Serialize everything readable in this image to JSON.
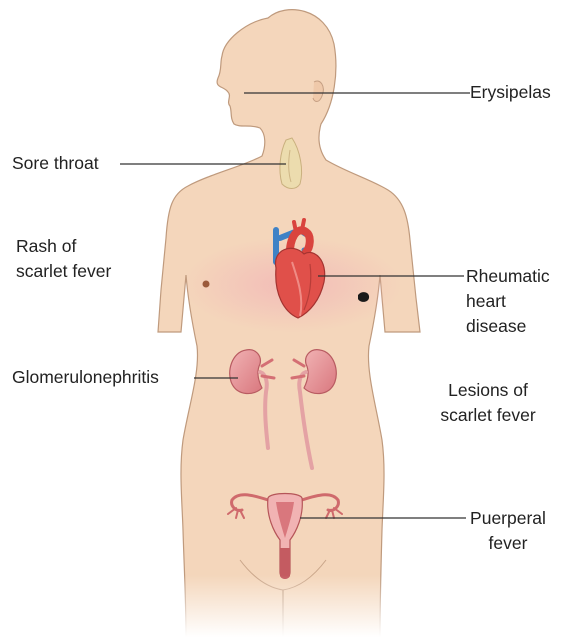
{
  "labels": {
    "erysipelas": "Erysipelas",
    "sore_throat": "Sore throat",
    "rash_line1": "Rash of",
    "rash_line2": "scarlet fever",
    "rheumatic_line1": "Rheumatic",
    "rheumatic_line2": "heart",
    "rheumatic_line3": "disease",
    "glomerulonephritis": "Glomerulonephritis",
    "lesions_line1": "Lesions of",
    "lesions_line2": "scarlet fever",
    "puerperal_line1": "Puerperal",
    "puerperal_line2": "fever"
  },
  "colors": {
    "skin": "#f4d6bb",
    "skin_outline": "#bf9a7d",
    "heart": "#e0504a",
    "vessel_blue": "#3f82c6",
    "kidney": "#e6949a",
    "uterus": "#cf6a6c",
    "throat": "#ecdcae",
    "leader_line": "#333333"
  }
}
